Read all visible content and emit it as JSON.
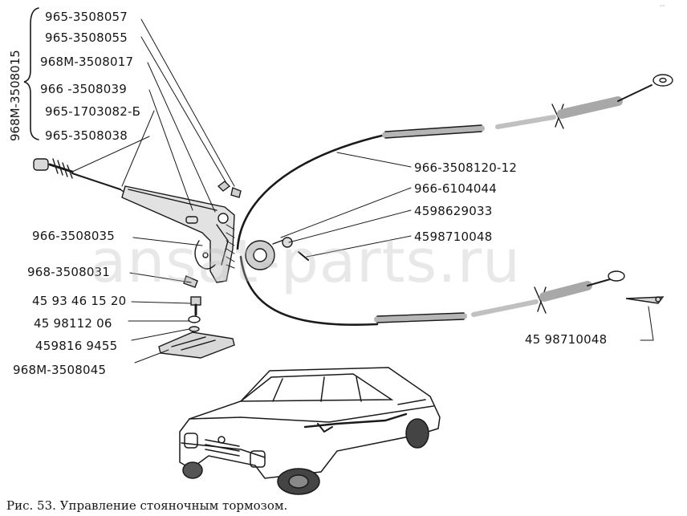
{
  "group_label": "968M-3508015",
  "labels_left": [
    "965-3508057",
    "965-3508055",
    "968M-3508017",
    "966 -3508039",
    "965-1703082-Б",
    "965-3508038",
    "966-3508035",
    "968-3508031",
    "45 93 46 15 20",
    "45 98112 06",
    "459816 9455",
    "968M-3508045"
  ],
  "labels_right": [
    "966-3508120-12",
    "966-6104044",
    "4598629033",
    "4598710048",
    "45 98710048"
  ],
  "caption": "Рис. 53. Управление стояночным тормозом.",
  "watermark": "ansat-parts.ru",
  "corner_mark": "“”"
}
